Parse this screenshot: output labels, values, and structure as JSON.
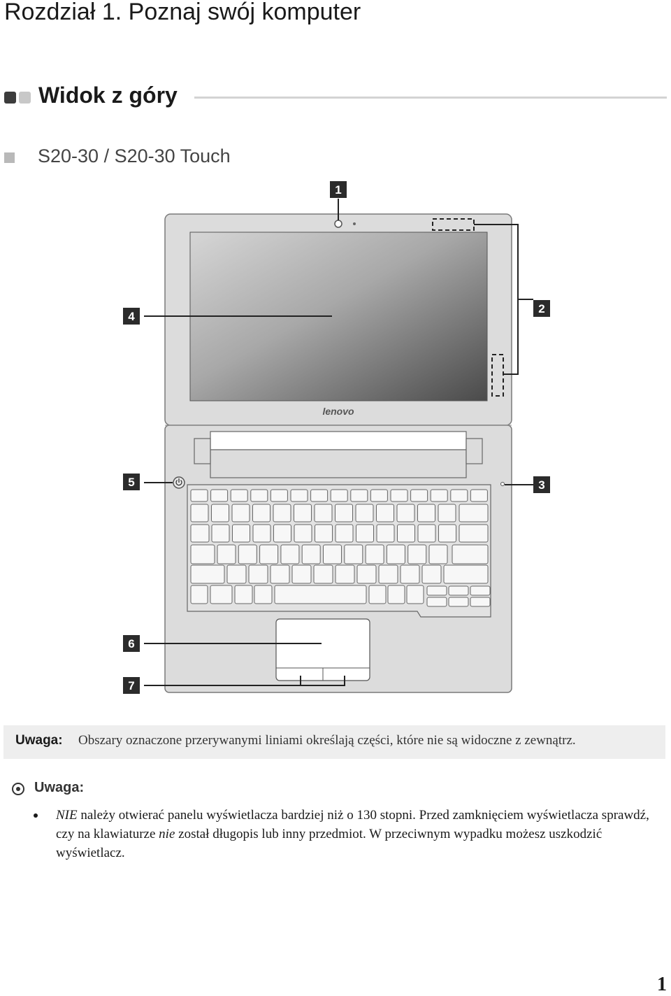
{
  "chapter_title": "Rozdział 1. Poznaj swój komputer",
  "section_title": "Widok z góry",
  "model_title": "S20-30 / S20-30 Touch",
  "diagram": {
    "brand_logo": "lenovo",
    "callouts": [
      "1",
      "2",
      "3",
      "4",
      "5",
      "6",
      "7"
    ],
    "icons": [
      "camera-icon",
      "power-icon"
    ]
  },
  "note1": {
    "label": "Uwaga:",
    "text": "Obszary oznaczone przerywanymi liniami określają części, które nie są widoczne z zewnątrz."
  },
  "note2": {
    "label": "Uwaga:",
    "bullet": {
      "emph1": "NIE",
      "part1": " należy otwierać panelu wyświetlacza bardziej niż o 130 stopni. Przed zamknięciem wyświetlacza sprawdź, czy na klawiaturze ",
      "emph2": "nie",
      "part2": " został długopis lub inny przedmiot. W przeciwnym wypadku możesz uszkodzić wyświetlacz."
    }
  },
  "page_number": "1",
  "colors": {
    "screen_dark": "#4a4a4a",
    "screen_light": "#d4d4d4",
    "chassis": "#dcdcdc",
    "accent_text": "#1a1a1a"
  }
}
